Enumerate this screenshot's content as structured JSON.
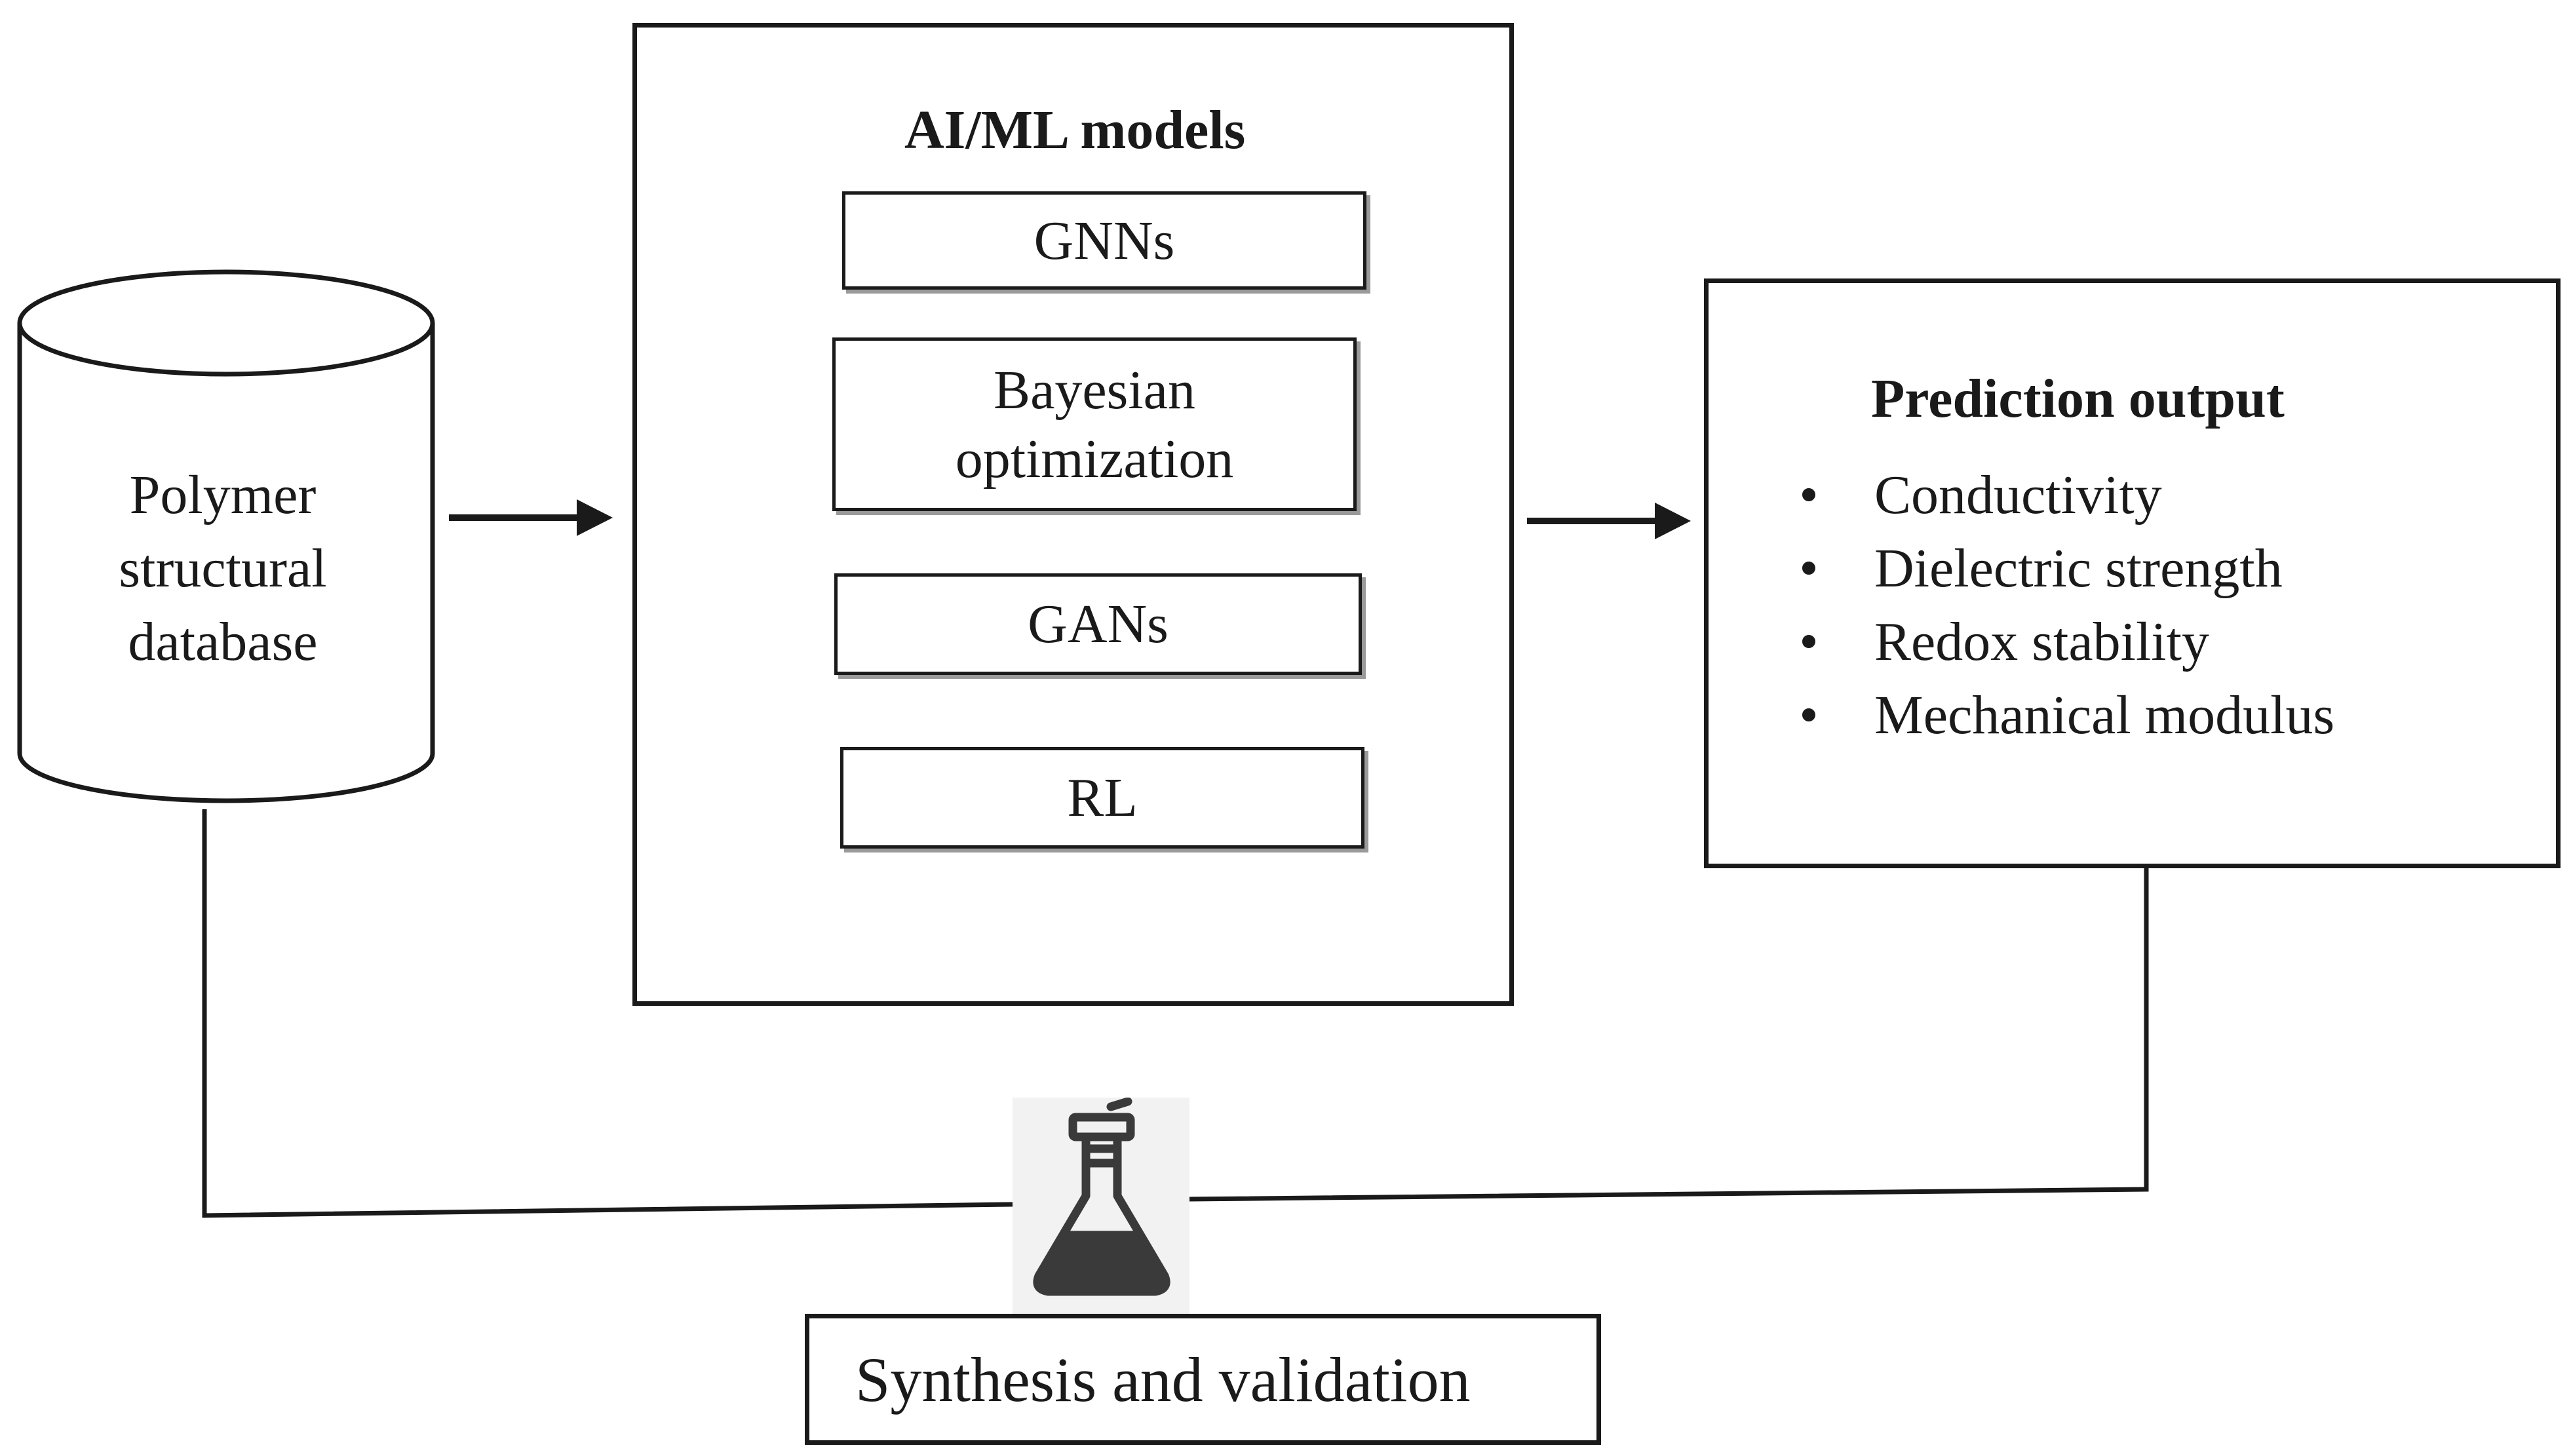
{
  "database": {
    "label_lines": [
      "Polymer",
      "structural",
      "database"
    ]
  },
  "models": {
    "title": "AI/ML models",
    "items": [
      {
        "label_lines": [
          "GNNs"
        ]
      },
      {
        "label_lines": [
          "Bayesian",
          "optimization"
        ]
      },
      {
        "label_lines": [
          "GANs"
        ]
      },
      {
        "label_lines": [
          "RL"
        ]
      }
    ]
  },
  "output": {
    "title": "Prediction output",
    "bullet": "•",
    "items": [
      "Conductivity",
      "Dielectric strength",
      "Redox stability",
      "Mechanical modulus"
    ]
  },
  "validation": {
    "label": "Synthesis and validation",
    "icon": "flask-icon"
  },
  "colors": {
    "stroke": "#1a1a1a",
    "icon_tile": "#f2f2f2",
    "shadow": "#9a9a9a"
  }
}
